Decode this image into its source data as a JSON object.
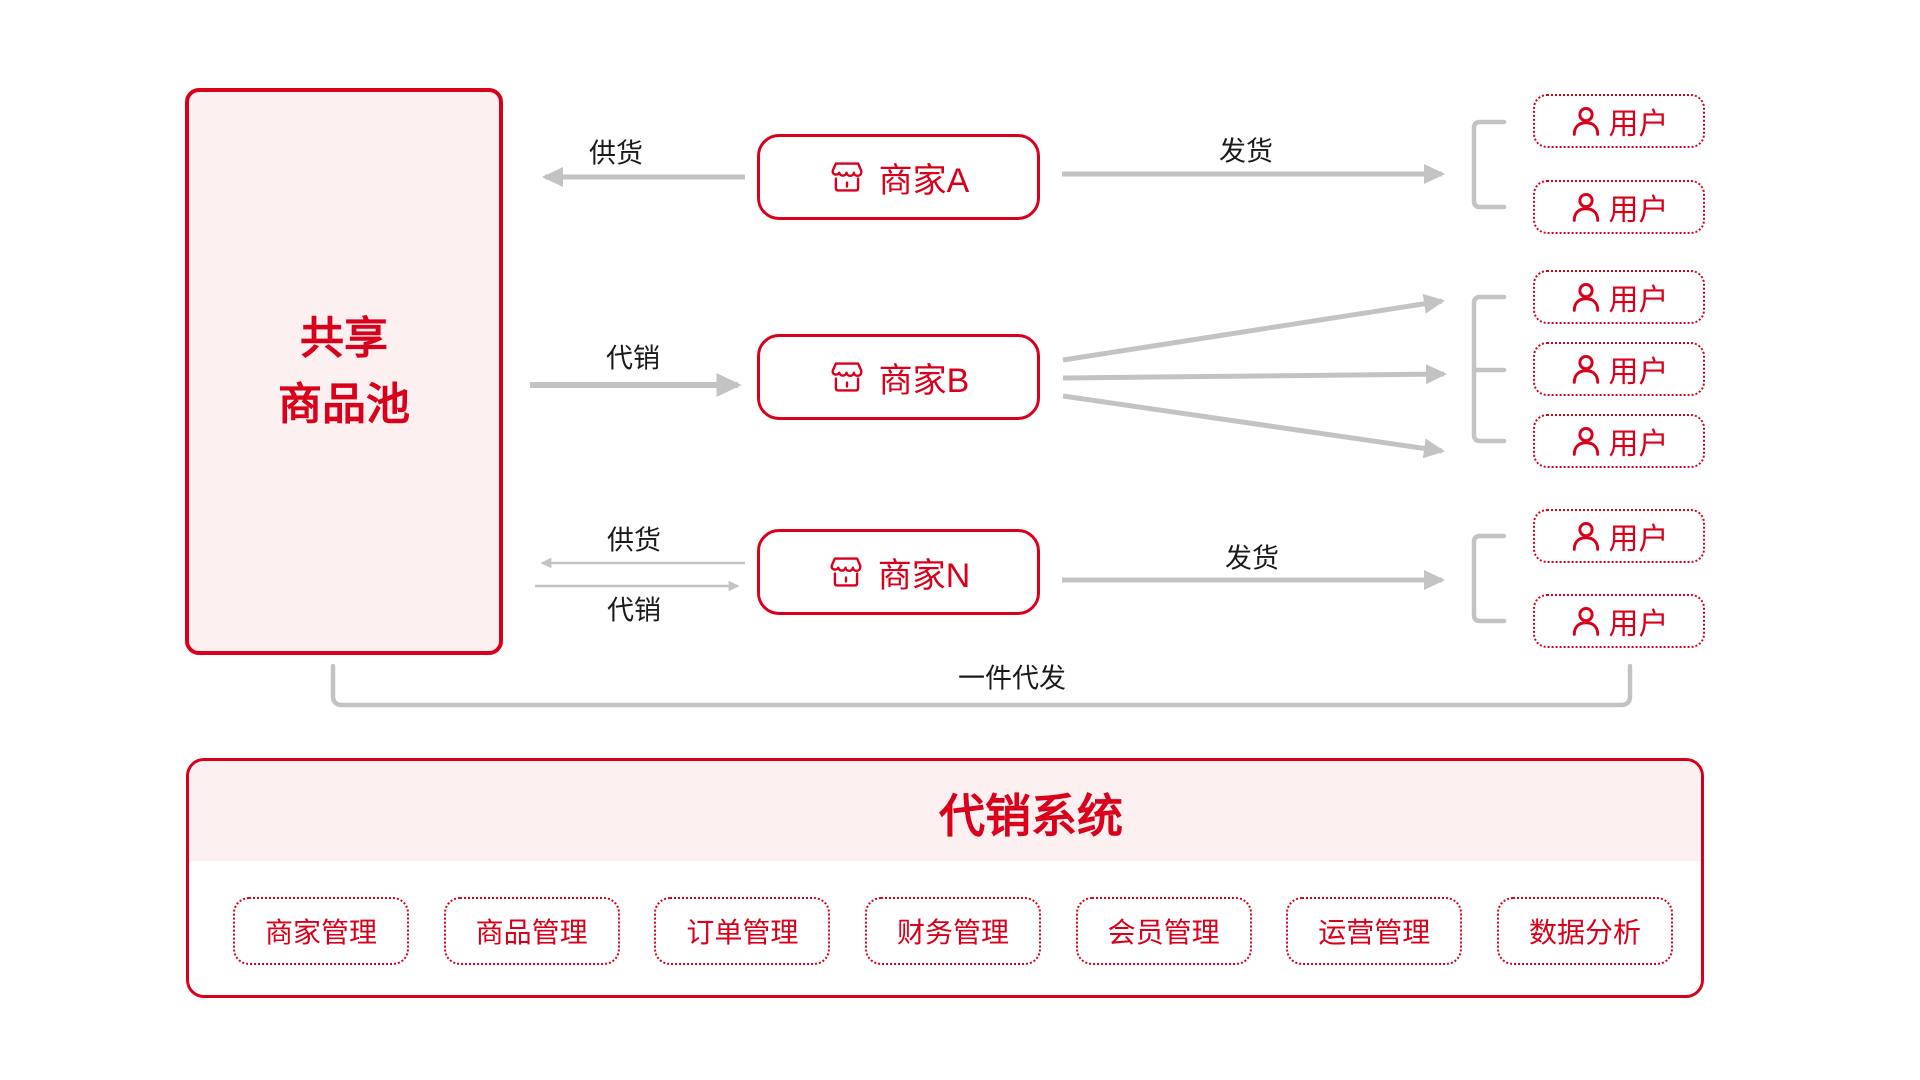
{
  "colors": {
    "accent_red": "#D9001B",
    "light_pink": "#FDF0F0",
    "connector_gray": "#C3C3C3",
    "label_black": "#1A1A1A"
  },
  "pool": {
    "line1": "共享",
    "line2": "商品池"
  },
  "merchants": [
    {
      "label": "商家A"
    },
    {
      "label": "商家B"
    },
    {
      "label": "商家N"
    }
  ],
  "users": {
    "label": "用户",
    "groups": [
      2,
      3,
      2
    ]
  },
  "edges": {
    "supply_a": "供货",
    "ship_a": "发货",
    "consign_b": "代销",
    "supply_n": "供货",
    "consign_n": "代销",
    "ship_n": "发货",
    "dropship": "一件代发"
  },
  "system": {
    "title": "代销系统",
    "modules": [
      "商家管理",
      "商品管理",
      "订单管理",
      "财务管理",
      "会员管理",
      "运营管理",
      "数据分析"
    ]
  }
}
